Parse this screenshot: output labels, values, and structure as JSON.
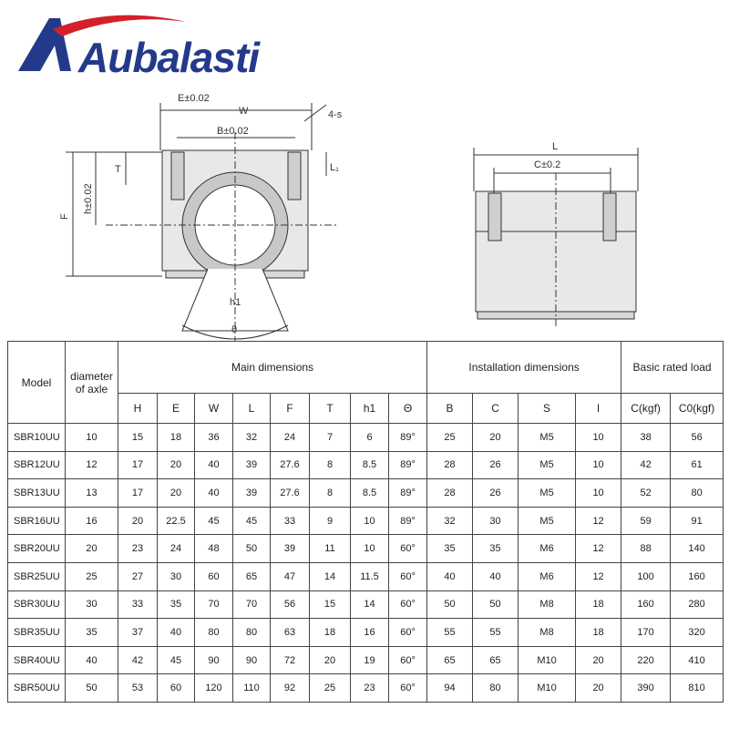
{
  "brand": {
    "logo_text": "Aubalasti",
    "logo_a_color": "#233a8a",
    "logo_swoosh_color": "#d4202a"
  },
  "drawing_labels": {
    "e": "E±0.02",
    "w": "W",
    "b": "B±0.02",
    "s": "4-s",
    "t": "T",
    "l1": "L₁",
    "h": "h±0.02",
    "f": "F",
    "h1": "h1",
    "theta": "θ",
    "l": "L",
    "c": "C±0.2"
  },
  "table": {
    "groups": {
      "model": "Model",
      "diameter": "diameter\nof axle",
      "main": "Main dimensions",
      "install": "Installation dimensions",
      "load": "Basic rated load"
    },
    "main_cols": [
      "H",
      "E",
      "W",
      "L",
      "F",
      "T",
      "h1",
      "Θ"
    ],
    "install_cols": [
      "B",
      "C",
      "S",
      "I"
    ],
    "load_cols": [
      "C(kgf)",
      "C0(kgf)"
    ],
    "rows": [
      [
        "SBR10UU",
        "10",
        "15",
        "18",
        "36",
        "32",
        "24",
        "7",
        "6",
        "89°",
        "25",
        "20",
        "M5",
        "10",
        "38",
        "56"
      ],
      [
        "SBR12UU",
        "12",
        "17",
        "20",
        "40",
        "39",
        "27.6",
        "8",
        "8.5",
        "89°",
        "28",
        "26",
        "M5",
        "10",
        "42",
        "61"
      ],
      [
        "SBR13UU",
        "13",
        "17",
        "20",
        "40",
        "39",
        "27.6",
        "8",
        "8.5",
        "89°",
        "28",
        "26",
        "M5",
        "10",
        "52",
        "80"
      ],
      [
        "SBR16UU",
        "16",
        "20",
        "22.5",
        "45",
        "45",
        "33",
        "9",
        "10",
        "89°",
        "32",
        "30",
        "M5",
        "12",
        "59",
        "91"
      ],
      [
        "SBR20UU",
        "20",
        "23",
        "24",
        "48",
        "50",
        "39",
        "11",
        "10",
        "60°",
        "35",
        "35",
        "M6",
        "12",
        "88",
        "140"
      ],
      [
        "SBR25UU",
        "25",
        "27",
        "30",
        "60",
        "65",
        "47",
        "14",
        "11.5",
        "60°",
        "40",
        "40",
        "M6",
        "12",
        "100",
        "160"
      ],
      [
        "SBR30UU",
        "30",
        "33",
        "35",
        "70",
        "70",
        "56",
        "15",
        "14",
        "60°",
        "50",
        "50",
        "M8",
        "18",
        "160",
        "280"
      ],
      [
        "SBR35UU",
        "35",
        "37",
        "40",
        "80",
        "80",
        "63",
        "18",
        "16",
        "60°",
        "55",
        "55",
        "M8",
        "18",
        "170",
        "320"
      ],
      [
        "SBR40UU",
        "40",
        "42",
        "45",
        "90",
        "90",
        "72",
        "20",
        "19",
        "60°",
        "65",
        "65",
        "M10",
        "20",
        "220",
        "410"
      ],
      [
        "SBR50UU",
        "50",
        "53",
        "60",
        "120",
        "110",
        "92",
        "25",
        "23",
        "60°",
        "94",
        "80",
        "M10",
        "20",
        "390",
        "810"
      ]
    ]
  }
}
